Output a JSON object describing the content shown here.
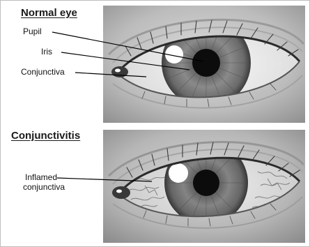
{
  "panels": {
    "normal": {
      "title": "Normal eye",
      "labels": {
        "pupil": "Pupil",
        "iris": "Iris",
        "conjunctiva": "Conjunctiva"
      }
    },
    "conjunctivitis": {
      "title": "Conjunctivitis",
      "labels": {
        "inflamed_line1": "Inflamed",
        "inflamed_line2": "conjunctiva"
      }
    }
  }
}
